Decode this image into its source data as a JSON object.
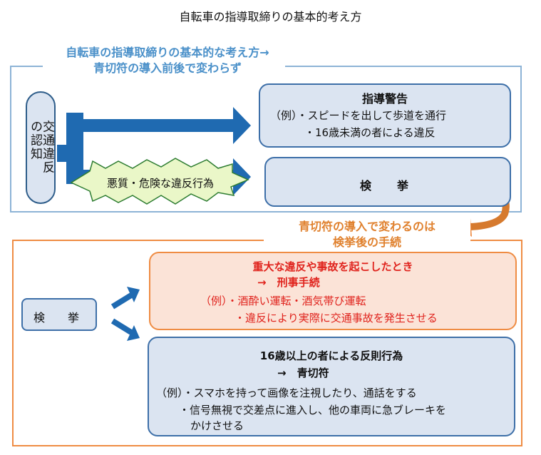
{
  "title": "自転車の指導取締りの基本的考え方",
  "top_section": {
    "heading_line1": "自転車の指導取締りの基本的な考え方→",
    "heading_line2": "青切符の導入前後で変わらず",
    "recognition_label": "交通違反の認知",
    "danger_label": "悪質・危険な違反行為",
    "warning_box": {
      "title": "指導警告",
      "line1": "（例）・スピードを出して歩道を通行",
      "line2": "・16歳未満の者による違反"
    },
    "enforcement_label": "検　挙"
  },
  "bottom_section": {
    "heading_line1": "青切符の導入で変わるのは",
    "heading_line2": "検挙後の手続",
    "enforcement_label": "検　挙",
    "serious_box": {
      "title": "重大な違反や事故を起こしたとき",
      "subtitle": "→　刑事手続",
      "line1": "（例）・酒酔い運転・酒気帯び運転",
      "line2": "・違反により実際に交通事故を発生させる"
    },
    "blue_ticket_box": {
      "title": "16歳以上の者による反則行為",
      "subtitle": "→　青切符",
      "line1": "（例）・スマホを持って画像を注視したり、通話をする",
      "line2": "・信号無視で交差点に進入し、他の車両に急ブレーキを",
      "line3": "かけさせる"
    }
  },
  "colors": {
    "frame_blue": "#8db3d6",
    "arrow_blue": "#1f6ab1",
    "box_fill": "#dbe4f1",
    "orange": "#ef8c43",
    "red_text": "#e0231d",
    "star_fill": "#eaf7c8"
  }
}
